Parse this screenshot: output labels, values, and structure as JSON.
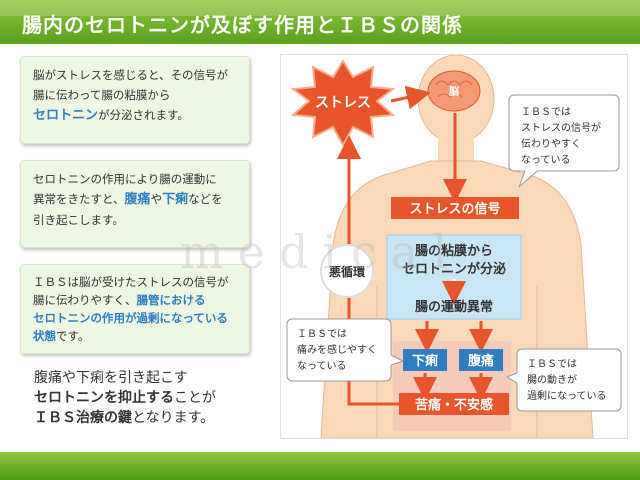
{
  "header": {
    "title": "腸内のセロトニンが及ぼす作用とＩＢＳの関係"
  },
  "box1": {
    "line1": "脳がストレスを感じると、その信号が",
    "line2": "腸に伝わって腸の粘膜から",
    "highlight": "セロトニン",
    "line3_rest": "が分泌されます。"
  },
  "box2": {
    "line1": "セロトニンの作用により腸の運動に",
    "line2": "異常をきたすと、",
    "hl1": "腹痛",
    "mid": "や",
    "hl2": "下痢",
    "line2_rest": "などを",
    "line3": "引き起こします。"
  },
  "box3": {
    "line1": "ＩＢＳは脳が受けたストレスの信号が",
    "line2a": "腸に伝わりやすく、",
    "line2b": "腸管における",
    "line3": "セロトニンの作用が過剰になっている",
    "line4a": "状態",
    "line4b": "です。"
  },
  "summary": {
    "line1": "腹痛や下痢を引き起こす",
    "line2a": "セロトニンを抑止する",
    "line2b": "ことが",
    "line3a": "ＩＢＳ治療の鍵",
    "line3b": "となります。"
  },
  "diagram": {
    "stress": "ストレス",
    "brain": "脳",
    "stress_signal": "ストレスの信号",
    "mucosa_line1": "腸の粘膜から",
    "mucosa_line2": "セロトニンが分泌",
    "motility": "腸の運動異常",
    "vicious_cycle": "悪循環",
    "diarrhea": "下痢",
    "abdominal_pain": "腹痛",
    "distress": "苦痛・不安感",
    "callout_signal": [
      "ＩＢＳでは",
      "ストレスの信号が",
      "伝わりやすく",
      "なっている"
    ],
    "callout_pain": [
      "ＩＢＳでは",
      "痛みを感じやすく",
      "なっている"
    ],
    "callout_motility": [
      "ＩＢＳでは",
      "腸の動きが",
      "過剰になっている"
    ]
  },
  "colors": {
    "header_green": "#6fb12c",
    "accent_red": "#e8552a",
    "box_blue": "#c9e6f7",
    "skin": "#f9d9b8"
  },
  "watermark": "medical"
}
